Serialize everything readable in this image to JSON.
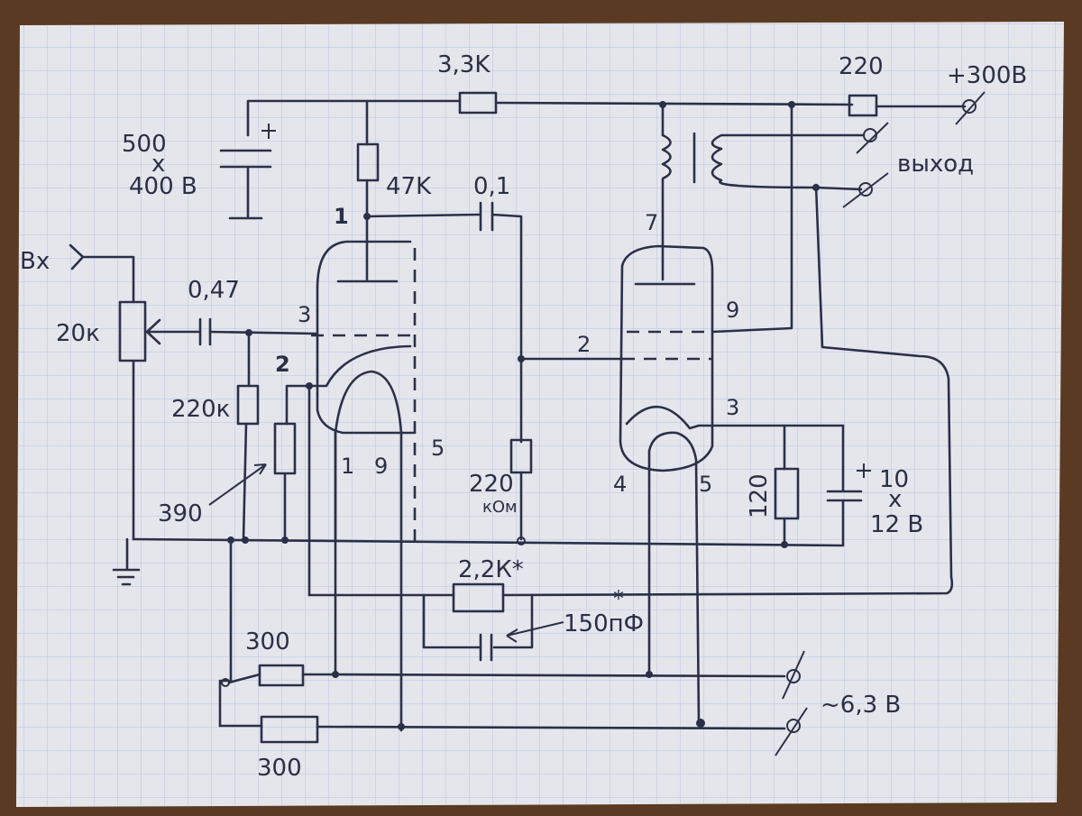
{
  "colors": {
    "paper": "#e4e6ec",
    "grid": "#b9c4dc",
    "ink": "#2b3048",
    "table": "#5a3a22"
  },
  "labels": {
    "r_3k3": "3,3K",
    "r_220_top": "220",
    "supply": "+300В",
    "output": "выход",
    "cap_500": "500",
    "cap_x1": "x",
    "cap_400": "400 В",
    "r_47k": "47K",
    "cap_01": "0,1",
    "input": "Вх",
    "pot_20k": "20к",
    "cap_047": "0,47",
    "r_220k": "220к",
    "r_390": "390",
    "r_220kom_1": "220",
    "r_220kom_2": "кОм",
    "r_2k2": "2,2К*",
    "cap_150": "150пФ",
    "cap_150_star": "*",
    "r_300_a": "300",
    "r_300_b": "300",
    "heater": "~6,3 В",
    "r_120": "120",
    "cap_10": "10",
    "cap_x2": "x",
    "cap_12": "12 В"
  },
  "pins": {
    "v1_anode": "1",
    "v1_grid": "3",
    "v1_cathode": "2",
    "v1_heater_a": "1",
    "v1_heater_b": "9",
    "v1_shield": "5",
    "v2_anode": "7",
    "v2_g2": "9",
    "v2_g1": "2",
    "v2_cathode": "3",
    "v2_heater_a": "4",
    "v2_heater_b": "5"
  }
}
